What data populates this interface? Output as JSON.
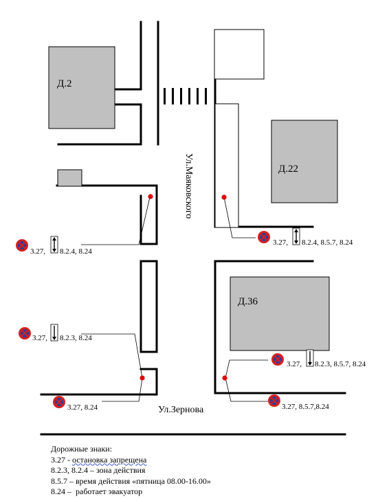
{
  "buildings": {
    "d2": "Д.2",
    "d22": "Д.22",
    "d36": "Д.36"
  },
  "streets": {
    "mayakovskogo": "Ул.Маяковского",
    "zernova": "Ул.Зернова"
  },
  "sign_labels": {
    "left_upper": {
      "prefix": "3.27,",
      "suffix": "8.2.4, 8.24"
    },
    "right_upper": {
      "prefix": "3.27,",
      "suffix": "8.2.4, 8.5.7, 8.24"
    },
    "left_middle": {
      "prefix": "3.27,",
      "suffix": "8.2.3, 8.24"
    },
    "right_middle": {
      "prefix": "3.27,",
      "suffix": "8.2.3, 8.5.7, 8.24"
    },
    "left_lower": {
      "text": "3.27, 8.24"
    },
    "right_lower": {
      "text": "3.27, 8.5.7,8.24"
    }
  },
  "legend": {
    "title": "Дорожные знаки:",
    "items": [
      {
        "code": "3.27",
        "separator": " - ",
        "text": "остановка запрещена"
      },
      {
        "code": "8.2.3, 8.2.4",
        "separator": " – ",
        "text": "зона действия"
      },
      {
        "code": "8.5.7",
        "separator": " – ",
        "text": "время действия «пятница 08.00-16.00»"
      },
      {
        "code": "8.24",
        "separator": " –  ",
        "text": "работает эвакуатор"
      }
    ]
  },
  "colors": {
    "building_fill": "#c0c0c0",
    "sign_red": "#d42020",
    "sign_blue": "#2d3c9a",
    "marker_red": "#e00000"
  },
  "icons": {
    "no_stopping": "no-stopping-sign-icon",
    "zone_both": "double-arrow-icon",
    "zone_down": "down-arrow-icon",
    "marker": "red-dot-marker-icon"
  }
}
